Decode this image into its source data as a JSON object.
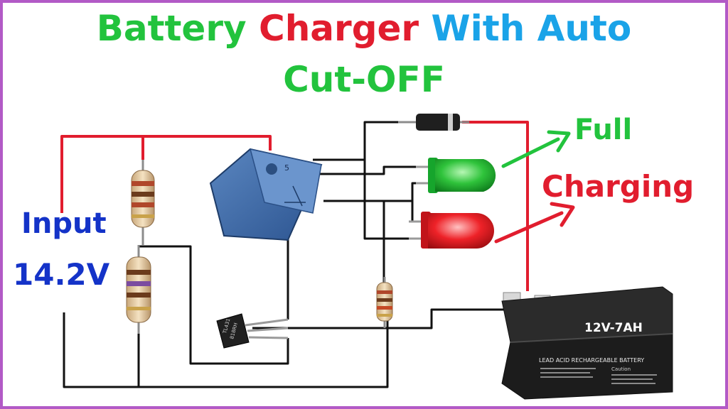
{
  "title": {
    "line1": [
      {
        "text": "Battery ",
        "color": "#22c33d"
      },
      {
        "text": "Charger ",
        "color": "#e11d2e"
      },
      {
        "text": "With Auto",
        "color": "#1aa3e8"
      }
    ],
    "line2": {
      "text": "Cut-OFF",
      "color": "#22c33d"
    }
  },
  "labels": {
    "input_line1": "Input",
    "input_line2": "14.2V",
    "input_color": "#1433c8",
    "full": "Full",
    "full_color": "#22c33d",
    "charging": "Charging",
    "charging_color": "#e11d2e"
  },
  "components": {
    "relay_marking": "5",
    "transistor_marking_line1": "TL431",
    "transistor_marking_line2": "818RH",
    "battery_rating": "12V-7AH",
    "battery_subtitle": "LEAD ACID RECHARGEABLE BATTERY",
    "battery_caution": "Caution"
  },
  "colors": {
    "positive_wire": "#e11d2e",
    "negative_wire": "#111111",
    "border": "#b25ac6",
    "led_green": "#1fc43b",
    "led_red": "#ef1c24"
  }
}
